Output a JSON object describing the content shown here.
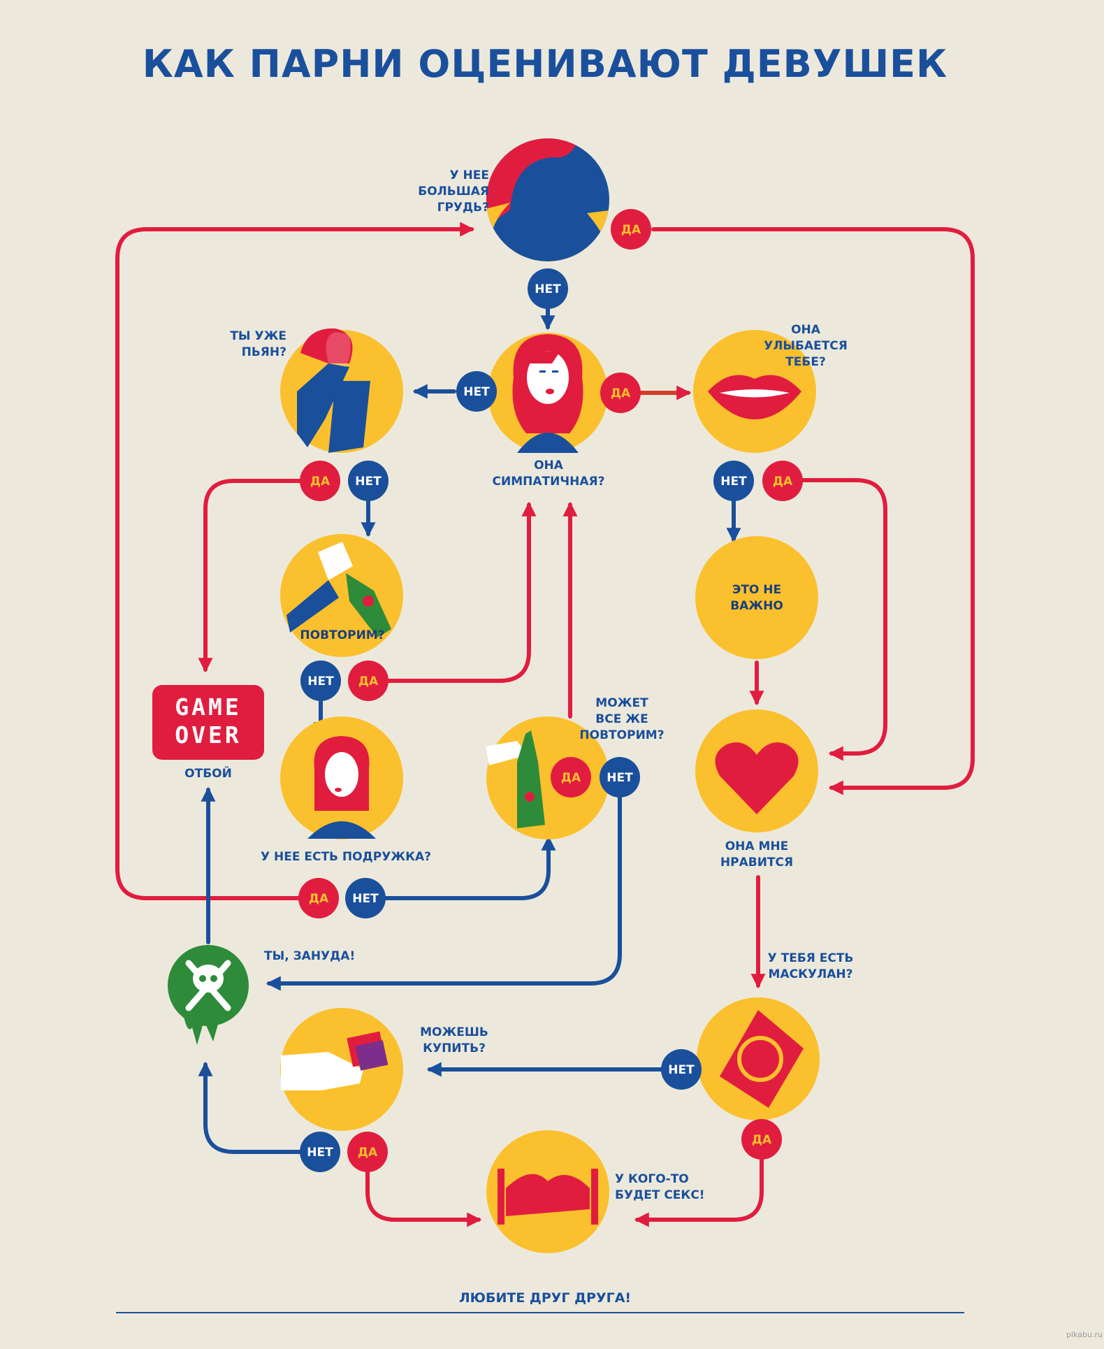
{
  "title": "КАК ПАРНИ ОЦЕНИВАЮТ ДЕВУШЕК",
  "questions": {
    "breasts": "У НЕЕ\nБОЛЬШАЯ\nГРУДЬ?",
    "cute": "ОНА\nСИМПАТИЧНАЯ?",
    "drunk": "ТЫ УЖЕ\nПЬЯН?",
    "smile": "ОНА\nУЛЫБАЕТСЯ\nТЕБЕ?",
    "repeat": "ПОВТОРИМ?",
    "not_important": "ЭТО НЕ\nВАЖНО",
    "repeat_again": "МОЖЕТ\nВСЕ ЖЕ\nПОВТОРИМ?",
    "friend": "У НЕЕ ЕСТЬ ПОДРУЖКА?",
    "like": "ОНА МНЕ\nНРАВИТСЯ",
    "condom": "У ТЕБЯ ЕСТЬ\nМАСКУЛАН?",
    "bore": "ТЫ, ЗАНУДА!",
    "buy": "МОЖЕШЬ\nКУПИТЬ?",
    "sex": "У КОГО-ТО\nБУДЕТ СЕКС!"
  },
  "game_over": {
    "line1": "GAME",
    "line2": "OVER",
    "caption": "ОТБОЙ"
  },
  "answers": {
    "yes": "ДА",
    "no": "НЕТ"
  },
  "footer": "ЛЮБИТЕ ДРУГ ДРУГА!",
  "watermark": "pikabu.ru",
  "colors": {
    "background": "#ece9dc",
    "yellow": "#fbc02d",
    "blue": "#1a4f9c",
    "red": "#e11d3f",
    "green": "#2e8b3a"
  },
  "icons": [
    "silhouette-icon",
    "redhead-woman-icon",
    "facepalm-icon",
    "lips-icon",
    "drink-toast-icon",
    "woman-friend-icon",
    "bottle-icon",
    "heart-icon",
    "skull-crossbones-icon",
    "condom-icon",
    "hand-money-icon",
    "bed-icon"
  ]
}
